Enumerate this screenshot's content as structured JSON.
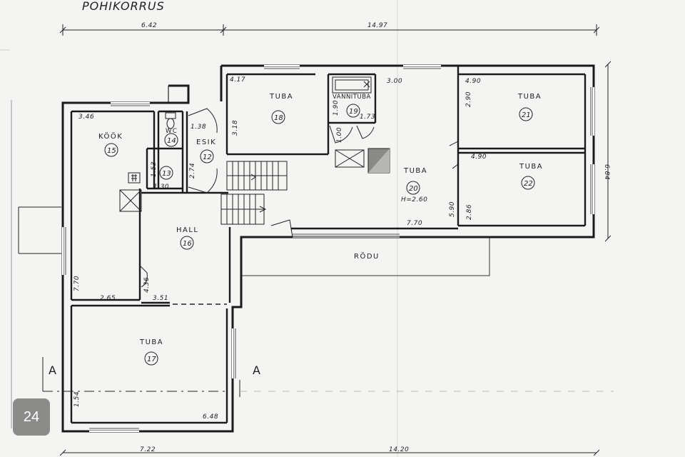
{
  "title": "POHIKORRUS",
  "page_badge": "24",
  "rooms": [
    {
      "id": "r18",
      "name": "TUBA",
      "num": "18"
    },
    {
      "id": "r19",
      "name": "VANNITUBA",
      "num": "19"
    },
    {
      "id": "r14",
      "name": "WC",
      "num": "14"
    },
    {
      "id": "r15",
      "name": "KÖÖK",
      "num": "15"
    },
    {
      "id": "r13",
      "name": "",
      "num": "13"
    },
    {
      "id": "r12",
      "name": "ESIK",
      "num": "12"
    },
    {
      "id": "r16",
      "name": "HALL",
      "num": "16"
    },
    {
      "id": "r17",
      "name": "TUBA",
      "num": "17"
    },
    {
      "id": "r20",
      "name": "TUBA",
      "num": "20"
    },
    {
      "id": "r21",
      "name": "TUBA",
      "num": "21"
    },
    {
      "id": "r22",
      "name": "TUBA",
      "num": "22"
    }
  ],
  "room_note": "H=2.60",
  "terrace": "RÕDU",
  "section_marks": [
    "A",
    "A"
  ],
  "overall_dims": {
    "top_left": "6.42",
    "top_right": "14.97",
    "bottom_left": "7.22",
    "bottom_right": "14.20",
    "right_side": "6.84"
  },
  "room_dims": {
    "d_417": "4.17",
    "d_318": "3.18",
    "d_300": "3.00",
    "d_490a": "4.90",
    "d_290": "2.90",
    "d_490b": "4.90",
    "d_286": "2.86",
    "d_590": "5.90",
    "d_770a": "7.70",
    "d_190": "1.90",
    "d_173": "1.73",
    "d_100": "1.00",
    "d_346": "3.46",
    "d_138": "1.38",
    "d_274": "2.74",
    "d_153": "1.53",
    "d_130": "1.30",
    "d_770b": "7.70",
    "d_265": "2.65",
    "d_436": "4.36",
    "d_351": "3.51",
    "d_154": "1.54",
    "d_648": "6.48"
  }
}
